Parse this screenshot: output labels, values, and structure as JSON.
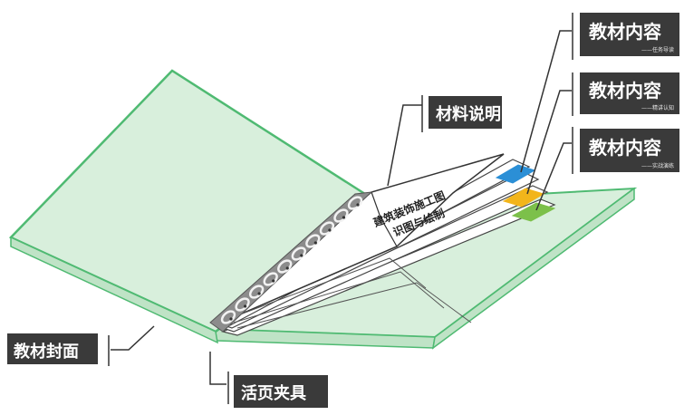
{
  "book_title": {
    "line1": "建筑装饰施工图",
    "line2": "识图与绘制"
  },
  "labels": {
    "material": "材料说明",
    "cover": "教材封面",
    "binder": "活页夹具"
  },
  "content_labels": [
    {
      "title": "教材内容",
      "subtitle": "——任务导读",
      "tab_color": "#2b8fd6"
    },
    {
      "title": "教材内容",
      "subtitle": "——精讲认知",
      "tab_color": "#f2b51b"
    },
    {
      "title": "教材内容",
      "subtitle": "——实战演练",
      "tab_color": "#7cc04a"
    }
  ],
  "colors": {
    "cover_fill": "#d8efdc",
    "cover_edge": "#4fba72",
    "label_bg": "#3a3a3a",
    "line": "#333333"
  }
}
